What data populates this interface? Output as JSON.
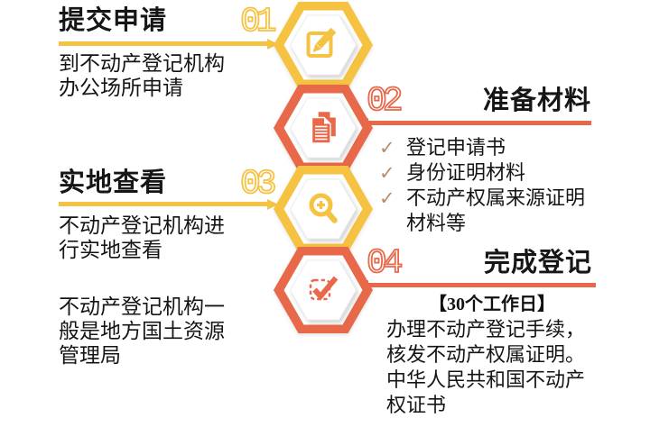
{
  "palette": {
    "yellow": "#F5C242",
    "orange_red": "#E8684A",
    "checkmark_tan": "#B78E6B",
    "text_black": "#161616"
  },
  "steps": [
    {
      "num": "01",
      "title": "提交申请",
      "icon": "edit-icon",
      "body": "到不动产登记机构\n办公场所申请"
    },
    {
      "num": "02",
      "title": "准备材料",
      "icon": "documents-icon",
      "check_glyph": "✓",
      "checklist": [
        "登记申请书",
        "身份证明材料",
        "不动产权属来源证明\n材料等"
      ]
    },
    {
      "num": "03",
      "title": "实地查看",
      "icon": "zoom-in-icon",
      "body": "不动产登记机构进\n行实地查看",
      "note": "不动产登记机构一\n般是地方国土资源\n管理局"
    },
    {
      "num": "04",
      "title": "完成登记",
      "icon": "checkbox-icon",
      "duration": "【30个工作日】",
      "body": "办理不动产登记手续，\n核发不动产权属证明。\n中华人民共和国不动产\n权证书"
    }
  ]
}
